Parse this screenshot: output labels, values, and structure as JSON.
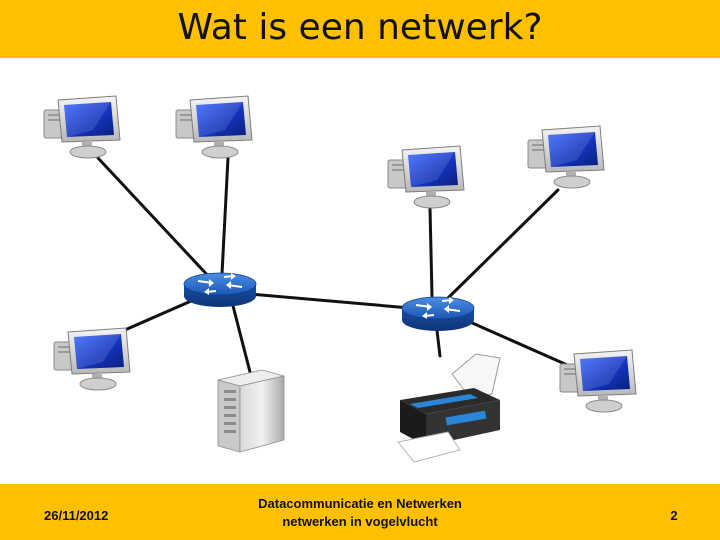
{
  "slide": {
    "title": "Wat is een netwerk?"
  },
  "footer": {
    "date": "26/11/2012",
    "course": "Datacommunicatie en Netwerken",
    "subtitle": "netwerken in vogelvlucht",
    "page": "2"
  },
  "diagram": {
    "nodes": [
      {
        "id": "pc1",
        "type": "computer",
        "icon": "desktop-computer-icon"
      },
      {
        "id": "pc2",
        "type": "computer",
        "icon": "desktop-computer-icon"
      },
      {
        "id": "pc3",
        "type": "computer",
        "icon": "desktop-computer-icon"
      },
      {
        "id": "pc4",
        "type": "computer",
        "icon": "desktop-computer-icon"
      },
      {
        "id": "pc5",
        "type": "computer",
        "icon": "desktop-computer-icon"
      },
      {
        "id": "pc6",
        "type": "computer",
        "icon": "desktop-computer-icon"
      },
      {
        "id": "router1",
        "type": "router",
        "icon": "router-icon"
      },
      {
        "id": "router2",
        "type": "router",
        "icon": "router-icon"
      },
      {
        "id": "server",
        "type": "server",
        "icon": "server-tower-icon"
      },
      {
        "id": "printer",
        "type": "printer",
        "icon": "printer-icon"
      }
    ],
    "links": [
      [
        "pc1",
        "router1"
      ],
      [
        "pc2",
        "router1"
      ],
      [
        "pc5",
        "router1"
      ],
      [
        "server",
        "router1"
      ],
      [
        "router1",
        "router2"
      ],
      [
        "pc3",
        "router2"
      ],
      [
        "pc4",
        "router2"
      ],
      [
        "pc6",
        "router2"
      ],
      [
        "printer",
        "router2"
      ]
    ]
  },
  "colors": {
    "accent": "#ffc000",
    "screen": "#1a3fc8",
    "router": "#1f63c6",
    "link": "#111111"
  }
}
